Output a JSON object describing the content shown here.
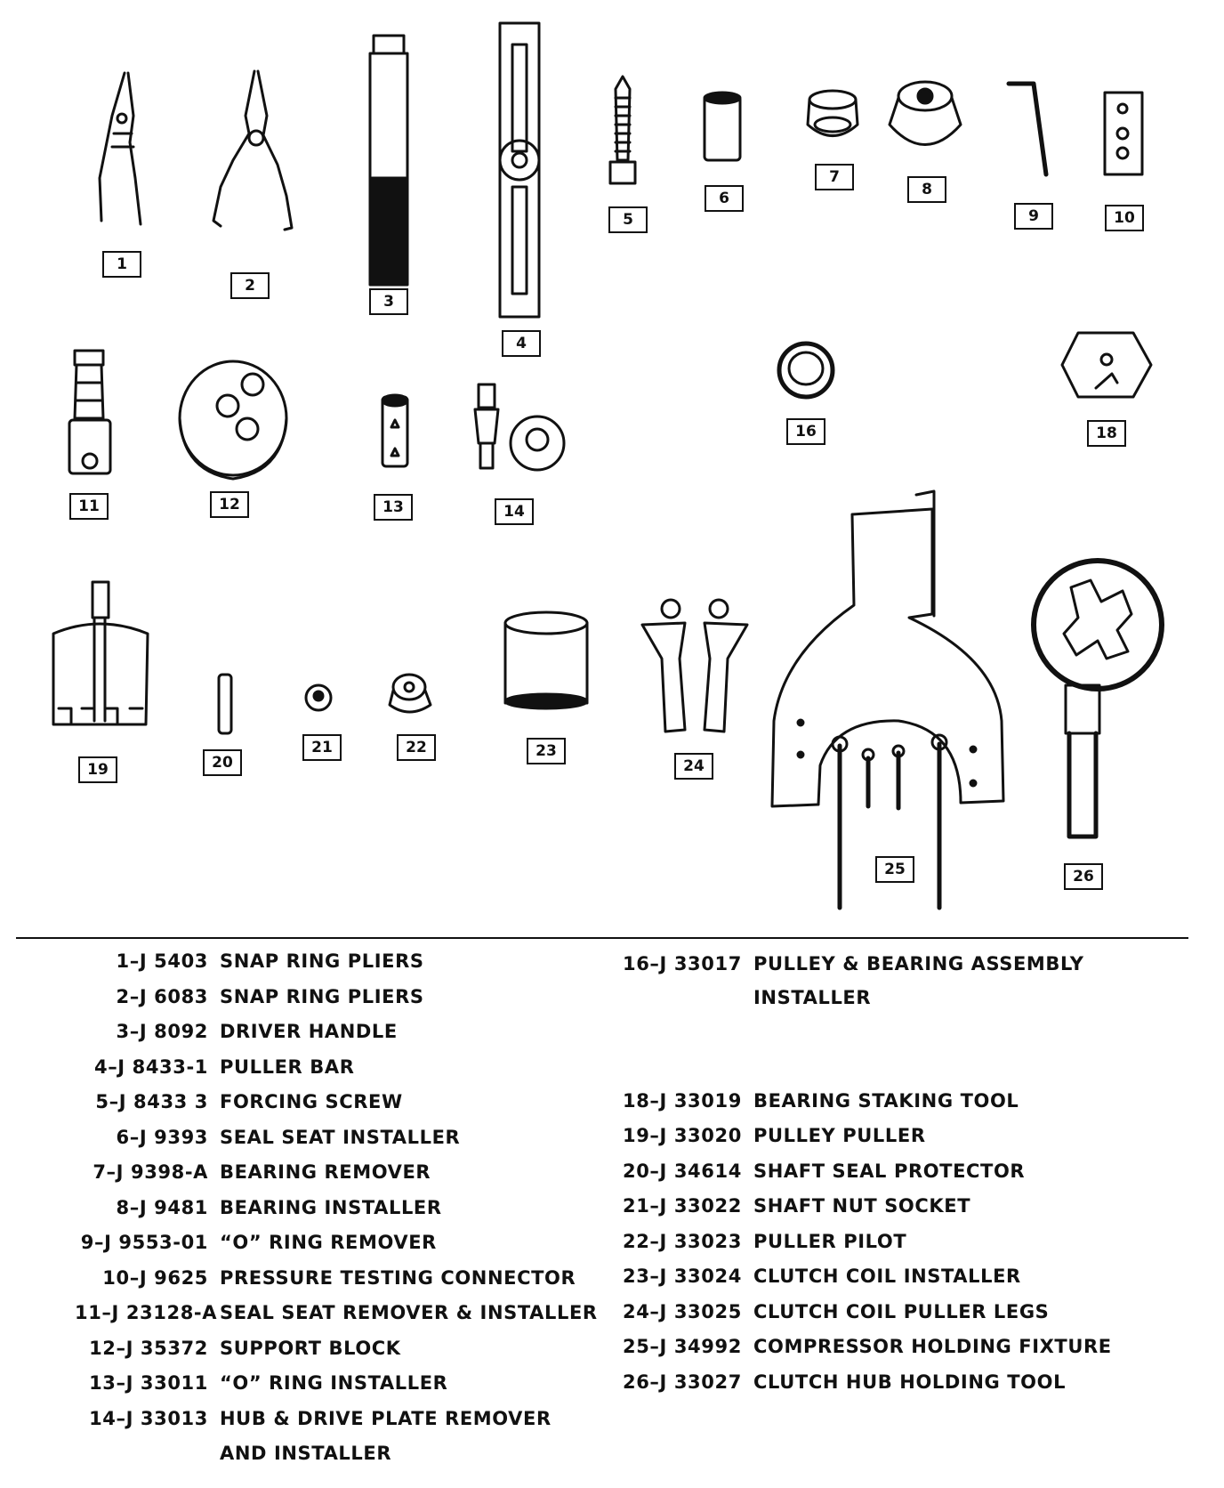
{
  "callouts": [
    "1",
    "2",
    "3",
    "4",
    "5",
    "6",
    "7",
    "8",
    "9",
    "10",
    "11",
    "12",
    "13",
    "14",
    "16",
    "18",
    "19",
    "20",
    "21",
    "22",
    "23",
    "24",
    "25",
    "26"
  ],
  "legend_left": [
    {
      "code": "1–J 5403",
      "name": "SNAP RING PLIERS"
    },
    {
      "code": "2–J 6083",
      "name": "SNAP RING PLIERS"
    },
    {
      "code": "3–J 8092",
      "name": "DRIVER HANDLE"
    },
    {
      "code": "4–J 8433-1",
      "name": "PULLER BAR"
    },
    {
      "code": "5–J 8433 3",
      "name": "FORCING SCREW"
    },
    {
      "code": "6–J 9393",
      "name": "SEAL SEAT INSTALLER"
    },
    {
      "code": "7–J 9398-A",
      "name": "BEARING REMOVER"
    },
    {
      "code": "8–J 9481",
      "name": "BEARING INSTALLER"
    },
    {
      "code": "9–J 9553-01",
      "name": "“O” RING REMOVER"
    },
    {
      "code": "10–J 9625",
      "name": "PRESSURE TESTING CONNECTOR"
    },
    {
      "code": "11–J 23128-A",
      "name": "SEAL SEAT REMOVER & INSTALLER"
    },
    {
      "code": "12–J 35372",
      "name": "SUPPORT BLOCK"
    },
    {
      "code": "13–J 33011",
      "name": "“O” RING INSTALLER"
    },
    {
      "code": "14–J 33013",
      "name": "HUB & DRIVE PLATE REMOVER"
    },
    {
      "code": "",
      "name": "AND INSTALLER"
    }
  ],
  "legend_right": [
    {
      "code": "16–J 33017",
      "name": "PULLEY & BEARING ASSEMBLY"
    },
    {
      "code": "",
      "name": "INSTALLER"
    },
    {
      "code": "18–J 33019",
      "name": "BEARING STAKING TOOL"
    },
    {
      "code": "19–J 33020",
      "name": "PULLEY PULLER"
    },
    {
      "code": "20–J 34614",
      "name": "SHAFT SEAL PROTECTOR"
    },
    {
      "code": "21–J 33022",
      "name": "SHAFT NUT SOCKET"
    },
    {
      "code": "22–J 33023",
      "name": "PULLER PILOT"
    },
    {
      "code": "23–J 33024",
      "name": "CLUTCH COIL INSTALLER"
    },
    {
      "code": "24–J 33025",
      "name": "CLUTCH COIL PULLER LEGS"
    },
    {
      "code": "25–J 34992",
      "name": "COMPRESSOR HOLDING FIXTURE"
    },
    {
      "code": "26–J 33027",
      "name": "CLUTCH HUB HOLDING TOOL"
    }
  ]
}
